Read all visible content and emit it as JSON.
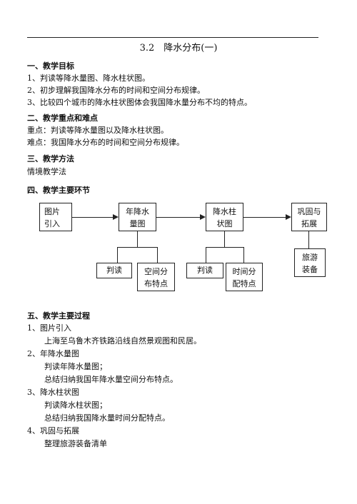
{
  "title": "3.2　降水分布(一)",
  "sections": {
    "objectives": {
      "heading": "一、教学目标",
      "items": [
        "1、判读等降水量图、降水柱状图。",
        "2、初步理解我国降水分布的时间和空间分布规律。",
        "3、比较四个城市的降水柱状图体会我国降水量分布不均的特点。"
      ]
    },
    "keypoints": {
      "heading": "二、教学重点和难点",
      "items": [
        "重点：判读等降水量图以及降水柱状图。",
        "难点：我国降水分布的时间和空间分布规律。"
      ]
    },
    "method": {
      "heading": "三、教学方法",
      "items": [
        "情境教学法"
      ]
    },
    "links": {
      "heading": "四、教学主要环节"
    },
    "process": {
      "heading": "五、教学主要过程",
      "lines": [
        "1、图片引入",
        "上海至乌鲁木齐铁路沿线自然景观图和民居。",
        "2、年降水量图",
        "判读年降水量图；",
        "总结归纳我国年降水量空间分布特点。",
        "3、降水柱状图",
        "判读降水柱状图；",
        "总结归纳我国降水量时间分配特点。",
        "4、巩固与拓展",
        "整理旅游装备清单"
      ]
    }
  },
  "flowchart": {
    "intro": "图片\n引入",
    "annual": "年降水\n量图",
    "column": "降水柱\n状图",
    "consolidate": "巩固与\n拓展",
    "read1": "判读",
    "spatial": "空间分\n布特点",
    "read2": "判读",
    "temporal": "时间分\n配特点",
    "travel": "旅游\n装备"
  }
}
